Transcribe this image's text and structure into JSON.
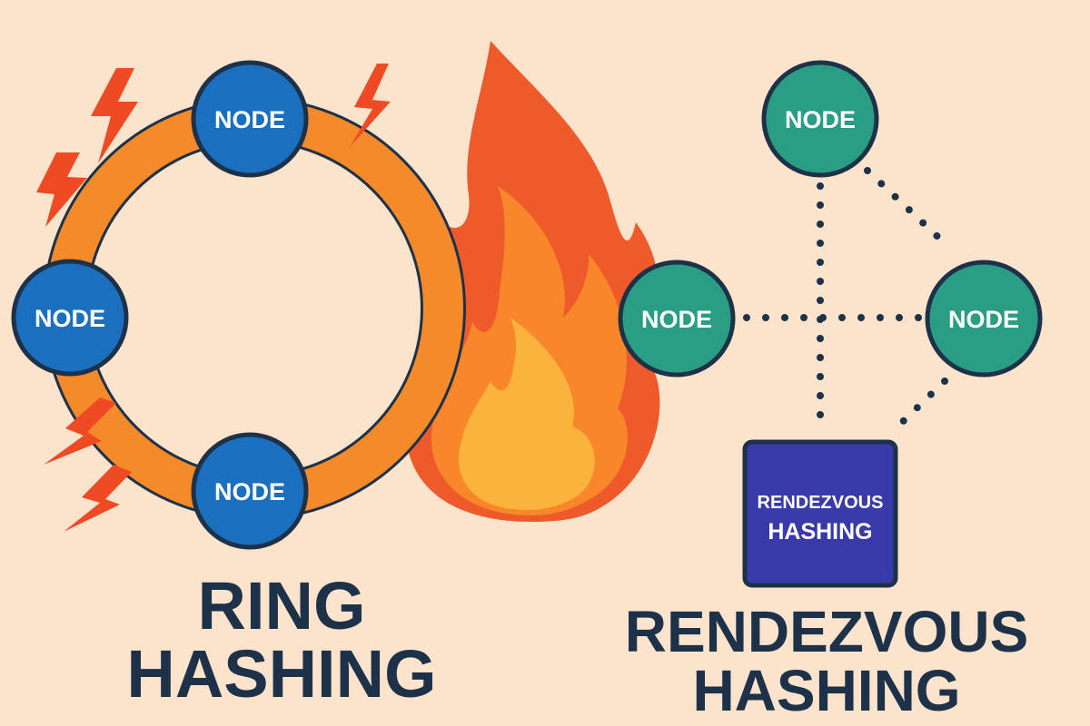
{
  "ring": {
    "node_label": "NODE",
    "title_line1": "RING",
    "title_line2": "HASHING",
    "colors": {
      "ring": "#f58a2b",
      "node": "#1a6fbe",
      "outline": "#1d3148",
      "bolt": "#ef4a23"
    }
  },
  "flame": {
    "icon": "flame-icon",
    "colors": {
      "outer": "#ee5a2a",
      "middle": "#f7872a",
      "inner": "#fbb33c"
    }
  },
  "rendezvous": {
    "node_label": "NODE",
    "box_line1": "RENDEZVOUS",
    "box_line2": "HASHING",
    "title_line1": "RENDEZVOUS",
    "title_line2": "HASHING",
    "colors": {
      "node": "#2a9e85",
      "box": "#3939a9",
      "dots": "#1d3148"
    }
  },
  "colors": {
    "background": "#fbe3cc",
    "title": "#1d3148"
  }
}
